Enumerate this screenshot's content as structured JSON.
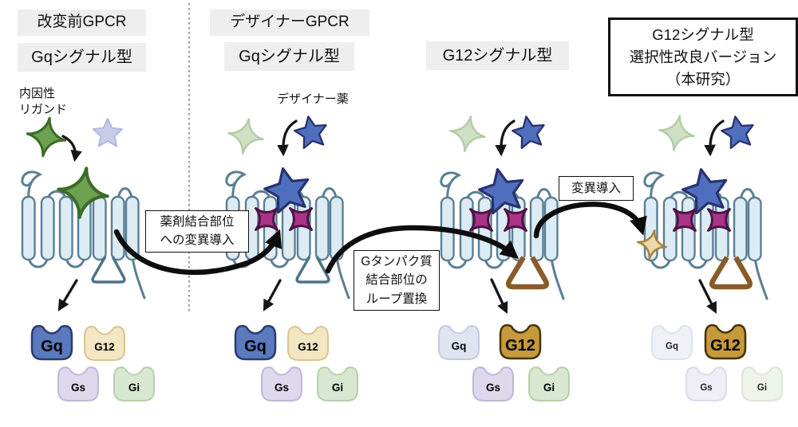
{
  "figure": {
    "panels": [
      {
        "header": "改変前GPCR",
        "type_label": "Gqシグナル型",
        "ligand_label": "内因性\nリガンド",
        "g_proteins": [
          {
            "label": "Gq",
            "highlighted": true
          },
          {
            "label": "G12",
            "highlighted": false
          },
          {
            "label": "Gs",
            "highlighted": false
          },
          {
            "label": "Gi",
            "highlighted": false
          }
        ]
      },
      {
        "header": "デザイナーGPCR",
        "type_label": "Gqシグナル型",
        "drug_label": "デザイナー薬",
        "g_proteins": [
          {
            "label": "Gq",
            "highlighted": true
          },
          {
            "label": "G12",
            "highlighted": false
          },
          {
            "label": "Gs",
            "highlighted": false
          },
          {
            "label": "Gi",
            "highlighted": false
          }
        ]
      },
      {
        "type_label": "G12シグナル型",
        "g_proteins": [
          {
            "label": "Gq",
            "highlighted": false
          },
          {
            "label": "G12",
            "highlighted": true
          },
          {
            "label": "Gs",
            "highlighted": false
          },
          {
            "label": "Gi",
            "highlighted": false
          }
        ]
      },
      {
        "title": "G12シグナル型\n選択性改良バージョン\n（本研究）",
        "g_proteins": [
          {
            "label": "Gq",
            "highlighted": false
          },
          {
            "label": "G12",
            "highlighted": true
          },
          {
            "label": "Gs",
            "highlighted": false
          },
          {
            "label": "Gi",
            "highlighted": false
          }
        ]
      }
    ],
    "annotations": {
      "drug_site_mutation": "薬剤結合部位\nへの変異導入",
      "loop_swap": "Gタンパク質\n結合部位の\nループ置換",
      "mutation": "変異導入"
    },
    "colors": {
      "endogenous_ligand": "#6da04f",
      "designer_drug": "#4f6fbe",
      "binding_site_mutation": "#a93487",
      "new_mutation": "#ecd9ab",
      "replaced_loop": "#8a5a28",
      "receptor_fill": "#ddecf4",
      "receptor_outline": "#5b7f95",
      "gq_active": "#5b79bd",
      "g12_active": "#c6993a",
      "g12_inactive": "#f3e6c3",
      "gs_inactive": "#ddd8ec",
      "gi_inactive": "#d8e7d0"
    }
  }
}
